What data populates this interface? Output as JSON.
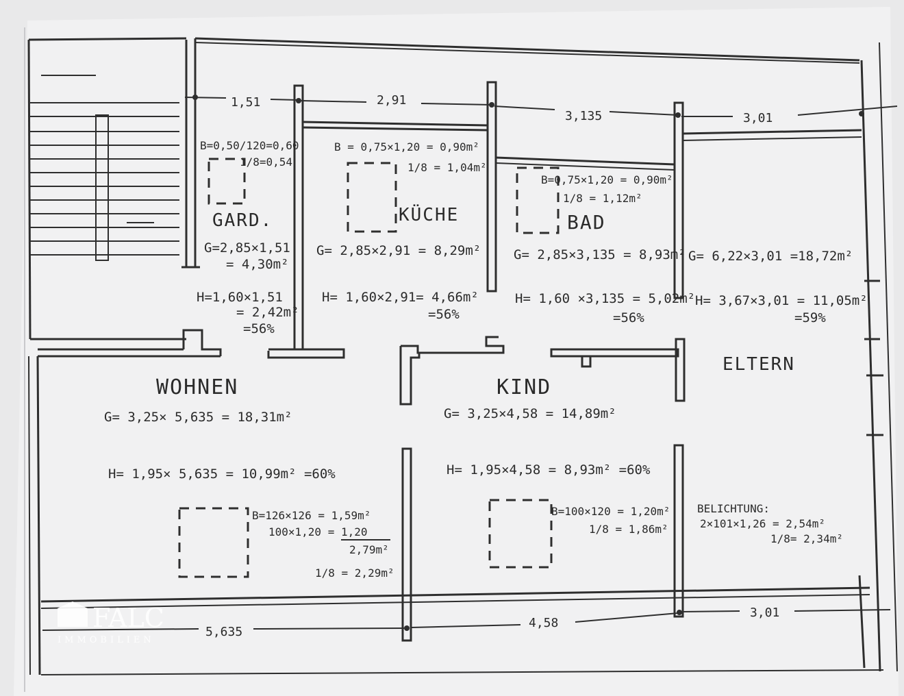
{
  "dimensions": {
    "top": [
      "1,51",
      "2,91",
      "3,135",
      "3,01"
    ],
    "bottom": [
      "5,635",
      "4,58",
      "3,01"
    ]
  },
  "rooms": {
    "gard": {
      "name": "GARD.",
      "window": [
        "B=0,50/120=0,60",
        "1/8=0,54"
      ],
      "g": [
        "G=2,85×1,51",
        "= 4,30m²"
      ],
      "h": [
        "H=1,60×1,51",
        "= 2,42m²",
        "=56%"
      ]
    },
    "kueche": {
      "name": "KÜCHE",
      "window": [
        "B = 0,75×1,20 = 0,90m²",
        "1/8 = 1,04m²"
      ],
      "g": "G= 2,85×2,91 = 8,29m²",
      "h": [
        "H= 1,60×2,91= 4,66m²",
        "=56%"
      ]
    },
    "bad": {
      "name": "BAD",
      "window": [
        "B=0,75×1,20 = 0,90m²",
        "1/8 = 1,12m²"
      ],
      "g": "G= 2,85×3,135 = 8,93m²",
      "h": [
        "H= 1,60 ×3,135 = 5,02m²",
        "=56%"
      ]
    },
    "eltern": {
      "name": "ELTERN",
      "g": "G= 6,22×3,01 =18,72m²",
      "h": [
        "H= 3,67×3,01 = 11,05m²",
        "=59%"
      ],
      "light": [
        "BELICHTUNG:",
        "2×101×1,26 = 2,54m²",
        "1/8= 2,34m²"
      ]
    },
    "wohnen": {
      "name": "WOHNEN",
      "g": "G= 3,25× 5,635 = 18,31m²",
      "h": "H= 1,95× 5,635 = 10,99m² =60%",
      "window": [
        "B=126×126 = 1,59m²",
        "100×1,20 = 1,20",
        "2,79m²",
        "1/8 = 2,29m²"
      ]
    },
    "kind": {
      "name": "KIND",
      "g": "G= 3,25×4,58 = 14,89m²",
      "h": "H= 1,95×4,58 = 8,93m² =60%",
      "window": [
        "B=100×120 = 1,20m²",
        "1/8 = 1,86m²"
      ]
    }
  },
  "logo": {
    "name": "FALC",
    "tagline": "IMMOBILIEN"
  }
}
